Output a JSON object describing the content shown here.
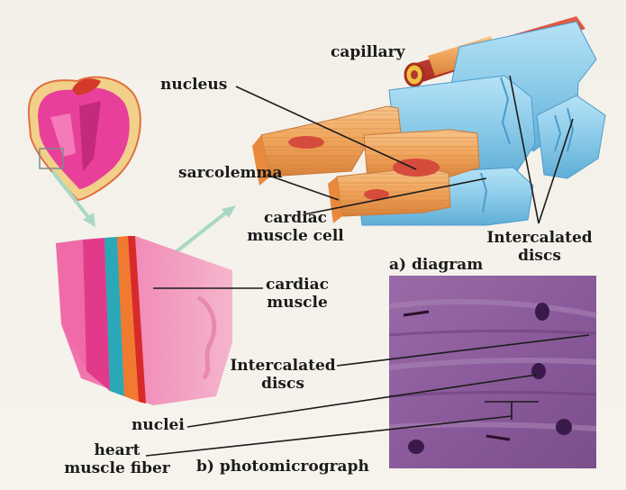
{
  "labels": {
    "capillary": "capillary",
    "nucleus": "nucleus",
    "sarcolemma": "sarcolemma",
    "cardiac_muscle_cell_1": "cardiac",
    "cardiac_muscle_cell_2": "muscle cell",
    "diagram_caption": "a) diagram",
    "intercalated_top_1": "Intercalated",
    "intercalated_top_2": "discs",
    "cardiac_muscle_1": "cardiac",
    "cardiac_muscle_2": "muscle",
    "intercalated_mid_1": "Intercalated",
    "intercalated_mid_2": "discs",
    "nuclei": "nuclei",
    "heart_muscle_fiber_1": "heart",
    "heart_muscle_fiber_2": "muscle fiber",
    "photo_caption": "b) photomicrograph"
  },
  "colors": {
    "background": "#f4f1ea",
    "cell_blue": "#8ccbe9",
    "cell_orange": "#f0a45a",
    "micrograph_purple": "#8a5a9a",
    "heart_pink": "#e8409a",
    "leader_line": "#1b1b1b"
  }
}
